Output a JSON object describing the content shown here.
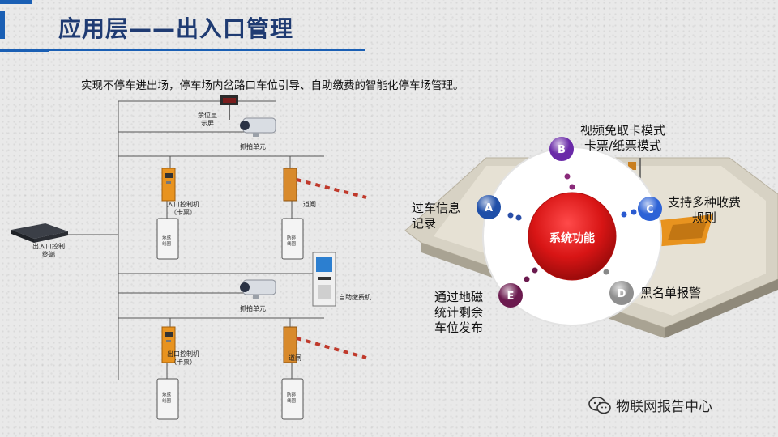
{
  "header": {
    "title": "应用层——出入口管理",
    "accent_color": "#1a5fb4",
    "title_color": "#1f3b72"
  },
  "subtitle": "实现不停车进出场，停车场内岔路口车位引导、自助缴费的智能化停车场管理。",
  "topology": {
    "terminal": "出入口控制\n终端",
    "remaining_display": "余位显\n示屏",
    "capture_unit_1": "抓拍单元",
    "entry_controller": "入口控制机\n（卡票）",
    "barrier_1": "道闸",
    "coil_entry": "地感\n线圈",
    "coil_barrier_1": "防砸\n线圈",
    "payment_kiosk": "自助缴费机",
    "capture_unit_2": "抓拍单元",
    "exit_controller": "出口控制机\n（卡票）",
    "barrier_2": "道闸",
    "coil_exit": "地感\n线圈",
    "coil_barrier_2": "防砸\n线圈"
  },
  "functions": {
    "center": "系统功能",
    "items": [
      {
        "letter": "A",
        "text": "过车信息\n记录",
        "color": "#1f4fa8"
      },
      {
        "letter": "B",
        "text": "视频免取卡模式\n卡票/纸票模式",
        "color": "#6a2aa8"
      },
      {
        "letter": "C",
        "text": "支持多种收费\n规则",
        "color": "#2d62d6"
      },
      {
        "letter": "D",
        "text": "黑名单报警",
        "color": "#8f8f8f"
      },
      {
        "letter": "E",
        "text": "通过地磁\n统计剩余\n车位发布",
        "color": "#6b1a4e"
      }
    ]
  },
  "watermark": "物联网报告中心"
}
